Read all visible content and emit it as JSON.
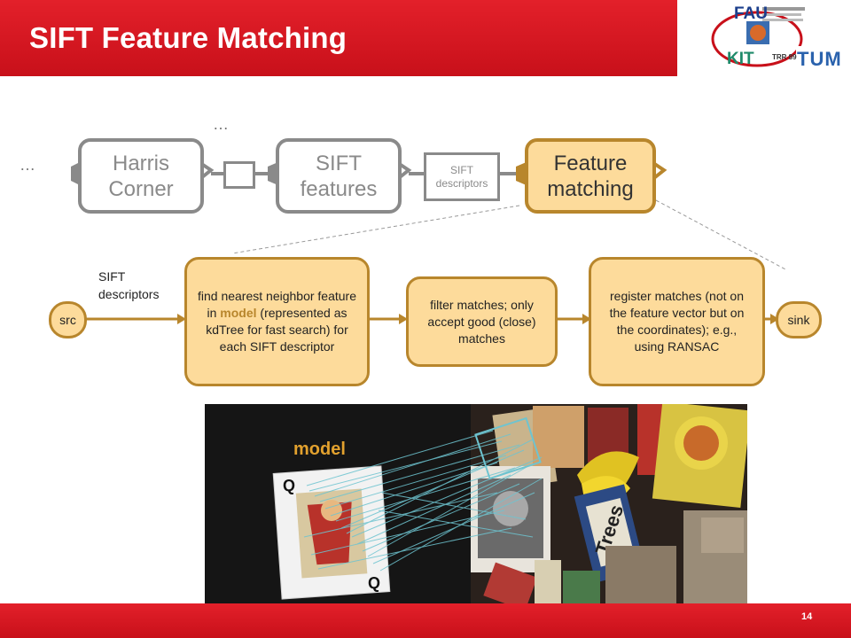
{
  "header": {
    "title": "SIFT Feature Matching",
    "logo_fau": "FAU",
    "logo_trr": "TRR 89",
    "logo_kit": "KIT",
    "logo_tum": "TUM",
    "accent_color": "#d3141e"
  },
  "pipeline": {
    "ellipsis_left": "…",
    "ellipsis_top": "…",
    "harris_corner": "Harris Corner",
    "sift_features": "SIFT features",
    "sift_descriptors_box": "SIFT descriptors",
    "feature_matching": "Feature matching"
  },
  "flow": {
    "src": "src",
    "sift_descriptors_label": "SIFT descriptors",
    "step1_pre": "find nearest neighbor feature in",
    "step1_model": "model",
    "step1_post": "(represented as kdTree for fast search) for each SIFT descriptor",
    "step2": "filter matches; only accept good (close) matches",
    "step3": "register matches (not on the feature vector but on the coordinates); e.g., using RANSAC",
    "sink": "sink",
    "box_fill": "#fddb9b",
    "box_stroke": "#b8862c"
  },
  "photo": {
    "model_label": "model",
    "book_title": "Trees"
  },
  "footer": {
    "page_number": "14"
  }
}
